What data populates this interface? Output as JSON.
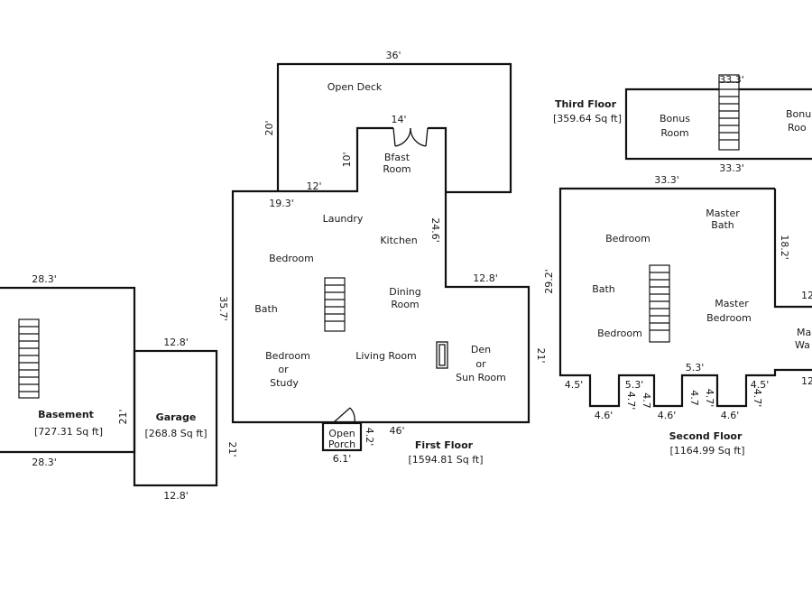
{
  "floors": {
    "basement": {
      "title": "Basement",
      "area": "[727.31 Sq ft]"
    },
    "garage": {
      "title": "Garage",
      "area": "[268.8 Sq ft]"
    },
    "first": {
      "title": "First Floor",
      "area": "[1594.81 Sq ft]"
    },
    "second": {
      "title": "Second Floor",
      "area": "[1164.99 Sq ft]"
    },
    "third": {
      "title": "Third Floor",
      "area": "[359.64 Sq ft]"
    }
  },
  "rooms": {
    "open_deck": "Open Deck",
    "bfast_1": "Bfast",
    "bfast_2": "Room",
    "laundry": "Laundry",
    "kitchen": "Kitchen",
    "bedroom_first": "Bedroom",
    "bath_first": "Bath",
    "dining_1": "Dining",
    "dining_2": "Room",
    "bed_study_1": "Bedroom",
    "bed_study_2": "or",
    "bed_study_3": "Study",
    "living_room": "Living Room",
    "den_1": "Den",
    "den_2": "or",
    "den_3": "Sun Room",
    "porch_1": "Open",
    "porch_2": "Porch",
    "bonus_left_1": "Bonus",
    "bonus_left_2": "Room",
    "bonus_right_1": "Bonu",
    "bonus_right_2": "Roo",
    "bedroom_second_top": "Bedroom",
    "bath_second": "Bath",
    "bedroom_second_bottom": "Bedroom",
    "master_bath_1": "Master",
    "master_bath_2": "Bath",
    "master_bed_1": "Master",
    "master_bed_2": "Bedroom",
    "master_walk_1": "Ma",
    "master_walk_2": "Wa"
  },
  "dimensions": {
    "deck_top": "36'",
    "deck_left": "20'",
    "bfast_top": "14'",
    "bfast_left": "10'",
    "deck_inner_bottom": "12'",
    "first_top_left": "19.3'",
    "first_right_upper": "24.6'",
    "first_right_step": "12.8'",
    "first_left": "35.7'",
    "first_right_lower": "21'",
    "first_bottom": "46'",
    "porch_right": "4.2'",
    "porch_bottom": "6.1'",
    "basement_top": "28.3'",
    "basement_right": "21'",
    "basement_bottom": "28.3'",
    "garage_top": "12.8'",
    "garage_right": "21'",
    "garage_bottom": "12.8'",
    "third_top": "33.3'",
    "third_bottom": "33.3'",
    "second_top": "33.3'",
    "second_left": "29.2'",
    "second_right_upper": "18.2'",
    "second_right_edge_upper": "12",
    "second_right_edge_lower": "12",
    "second_mid": "5.3'",
    "second_bay_1_side": "4.5'",
    "second_bay_1_bottom": "4.6'",
    "second_bay_2_top": "5.3'",
    "second_bay_2_side_left": "4.7'",
    "second_bay_2_side_right": "4.7",
    "second_bay_2_bottom": "4.6'",
    "second_bay_3_side_left": "4.7",
    "second_bay_3_side_right": "4.7'",
    "second_bay_3_bottom": "4.6'",
    "second_bay_4_top": "4.5'",
    "second_bay_4_side": "4.7'"
  }
}
